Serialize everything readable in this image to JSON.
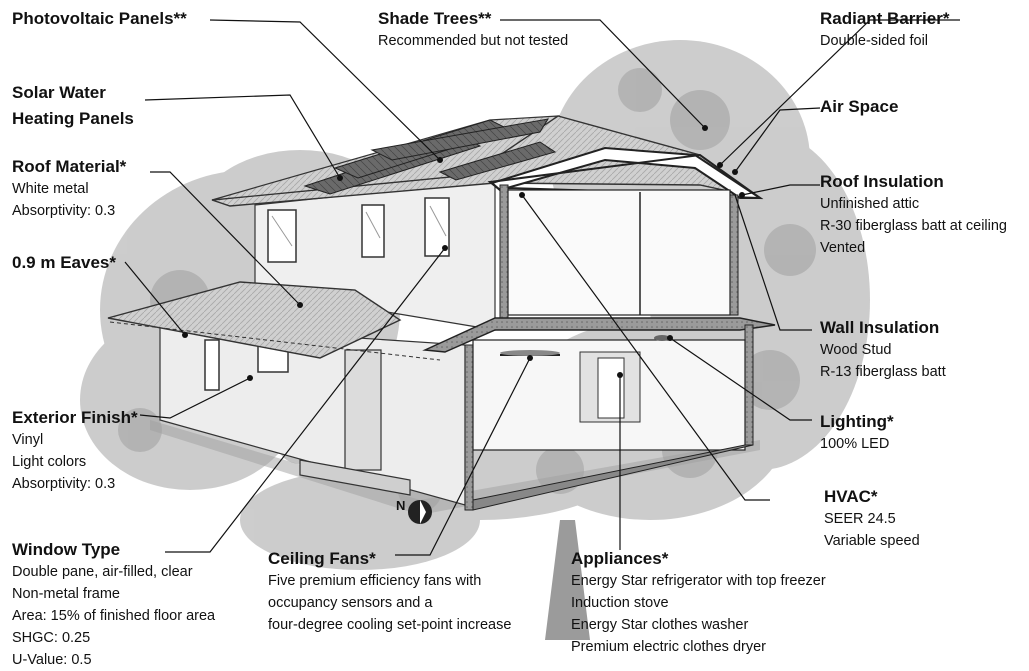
{
  "labels": {
    "pv": {
      "title": "Photovoltaic Panels**",
      "lines": []
    },
    "shade": {
      "title": "Shade Trees**",
      "lines": [
        "Recommended but not tested"
      ]
    },
    "radiant": {
      "title": "Radiant Barrier*",
      "lines": [
        "Double-sided foil"
      ]
    },
    "solar": {
      "title": "Solar Water",
      "title2": "Heating Panels",
      "lines": []
    },
    "air": {
      "title": "Air Space",
      "lines": []
    },
    "roofmat": {
      "title": "Roof Material*",
      "lines": [
        "White metal",
        "Absorptivity: 0.3"
      ]
    },
    "roofins": {
      "title": "Roof Insulation",
      "lines": [
        "Unfinished attic",
        "R-30 fiberglass batt at ceiling",
        "Vented"
      ]
    },
    "eaves": {
      "title": "0.9 m Eaves*",
      "lines": []
    },
    "wallins": {
      "title": "Wall Insulation",
      "lines": [
        "Wood Stud",
        "R-13 fiberglass batt"
      ]
    },
    "extfin": {
      "title": "Exterior Finish*",
      "lines": [
        "Vinyl",
        "Light colors",
        "Absorptivity: 0.3"
      ]
    },
    "lighting": {
      "title": "Lighting*",
      "lines": [
        "100% LED"
      ]
    },
    "hvac": {
      "title": "HVAC*",
      "lines": [
        "SEER 24.5",
        "Variable speed"
      ]
    },
    "window": {
      "title": "Window Type",
      "lines": [
        "Double pane, air-filled, clear",
        "Non-metal frame",
        "Area: 15% of finished floor area",
        "SHGC: 0.25",
        "U-Value: 0.5"
      ]
    },
    "fans": {
      "title": "Ceiling Fans*",
      "lines": [
        "Five premium efficiency fans with",
        "occupancy sensors and a",
        "four-degree cooling set-point increase"
      ]
    },
    "appl": {
      "title": "Appliances*",
      "lines": [
        "Energy Star refrigerator with top freezer",
        "Induction stove",
        "Energy Star clothes washer",
        "Premium electric clothes dryer"
      ]
    }
  },
  "compass": {
    "letter": "N"
  },
  "colors": {
    "ink": "#111111",
    "tree": "#bdbdbd",
    "roof": "#cfcfcf",
    "wall": "#e6e6e6"
  }
}
